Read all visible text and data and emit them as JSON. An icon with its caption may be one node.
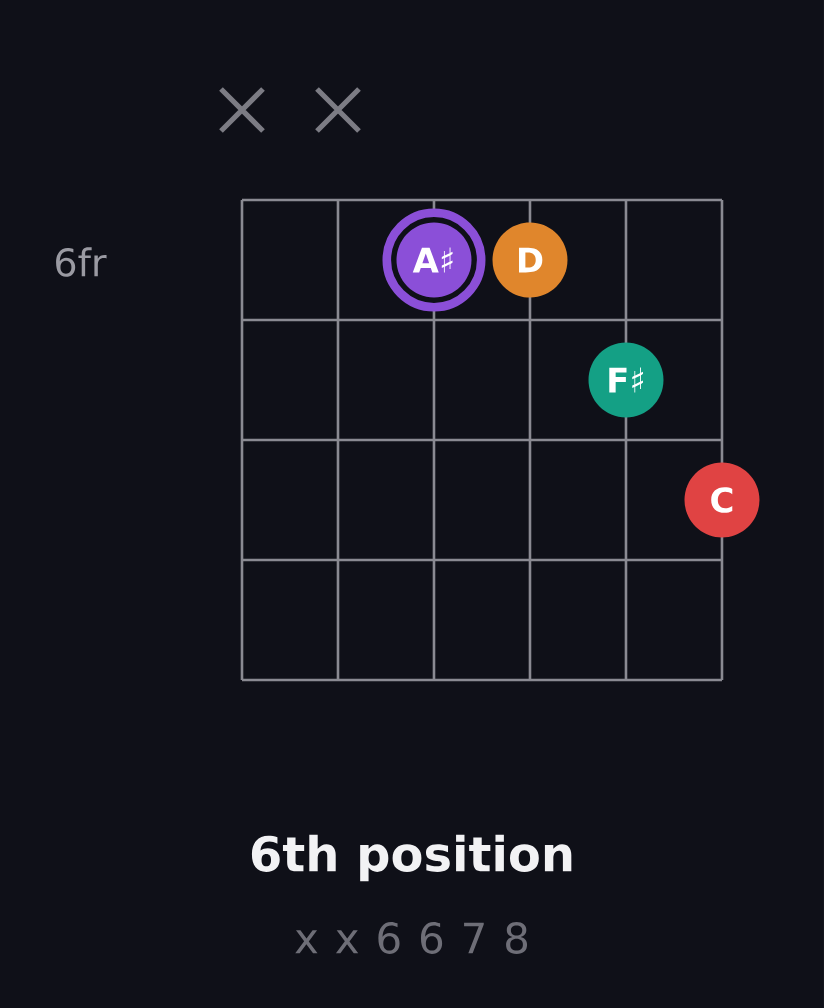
{
  "diagram": {
    "title": "6th position",
    "nodes": [
      {
        "text": [
          "A♯"
        ]
      },
      {
        "text": [
          "D"
        ]
      },
      {
        "text": [
          "F♯"
        ]
      },
      {
        "text": [
          "C"
        ]
      }
    ],
    "labels": [
      "6fr",
      "x x 6 6 7 8"
    ]
  }
}
